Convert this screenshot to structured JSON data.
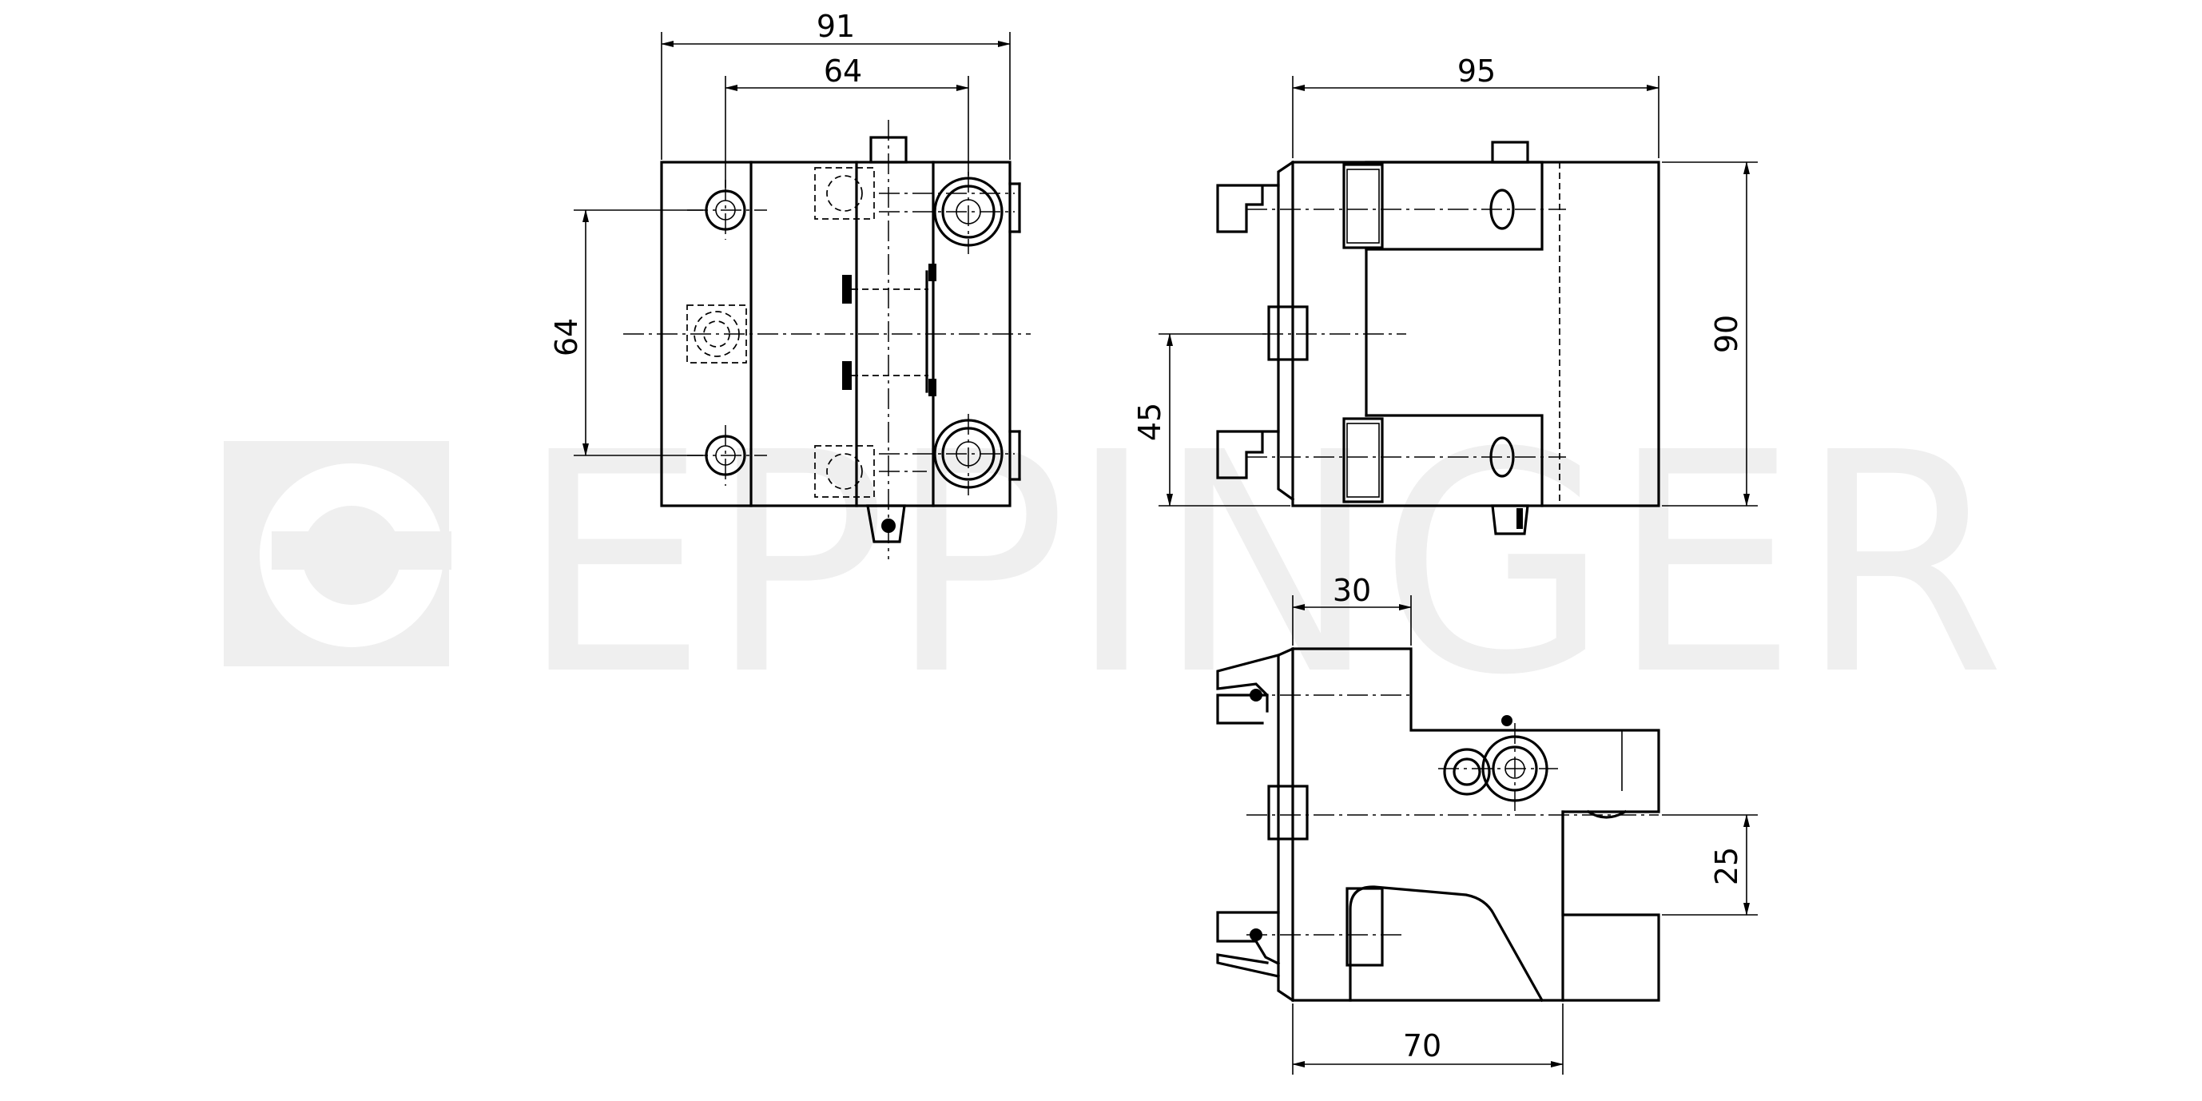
{
  "watermark": {
    "text": "EPPINGER",
    "color": "#efefef"
  },
  "views": {
    "front": {
      "dims": {
        "overall_width": "91",
        "bore_spacing": "64",
        "vertical_spacing": "64"
      }
    },
    "side": {
      "dims": {
        "depth": "95",
        "height": "90",
        "centre_height": "45"
      }
    },
    "top": {
      "dims": {
        "offset": "30",
        "length": "70",
        "step": "25"
      }
    }
  },
  "colors": {
    "line": "#000000",
    "background": "#ffffff"
  }
}
